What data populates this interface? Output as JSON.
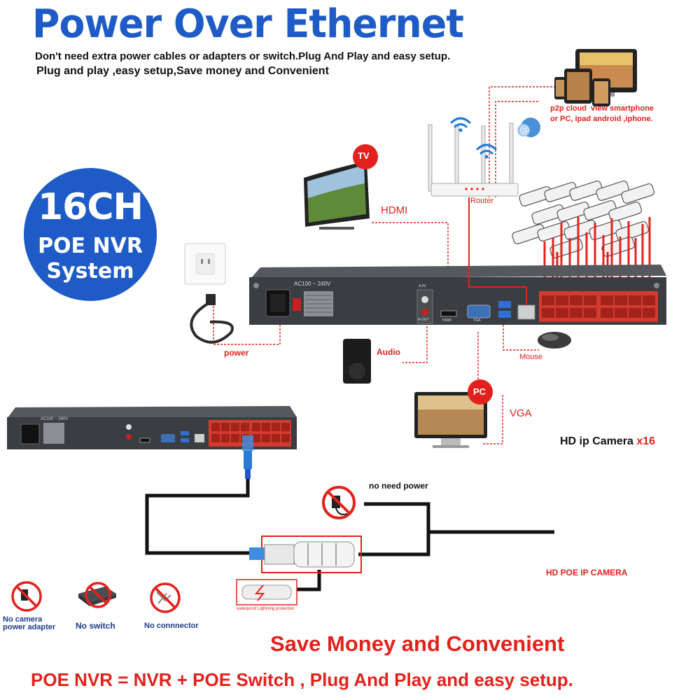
{
  "title": "Power Over Ethernet",
  "subtitle_line1": "Don't need extra power cables or adapters or switch.Plug And Play and easy setup.",
  "subtitle_line2": "Plug and play ,easy setup,Save money and Convenient",
  "badge": {
    "line1": "16CH",
    "line2": "POE NVR",
    "line3": "System"
  },
  "labels": {
    "tv_badge": "TV",
    "hdmi": "HDMI",
    "router": "Router",
    "cloud": "p2p cloud  view smartphone\nor PC, ipad android ,iphone.",
    "power": "power",
    "audio": "Audio",
    "mouse": "Mouse",
    "pc_badge": "PC",
    "vga": "VGA",
    "cameras_prefix": "HD ip Camera",
    "cameras_count": "x16",
    "ac_label": "AC100 ~ 240V",
    "ac_label_small": "AC100 ~ 240V",
    "nvr_port_hdmi": "HDMI",
    "nvr_port_vga": "VGA",
    "nvr_port_ain": "A-IN",
    "nvr_port_aout": "A-OUT",
    "no_need_power": "no need power",
    "hd_poe_camera": "HD POE IP CAMERA",
    "waterproof": "waterproof Lightning protection",
    "no_adapter": "No camera\npower adapter",
    "no_switch": "No switch",
    "no_connector": "No connnector"
  },
  "footer_line1": "Save Money and Convenient",
  "footer_line2": "POE NVR = NVR + POE Switch , Plug And Play and easy setup.",
  "colors": {
    "title_blue": "#1e5bc6",
    "accent_red": "#e3211c",
    "cable_black": "#111111",
    "nvr_dark": "#3a3d42"
  },
  "icons": [
    "tv-icon",
    "router-icon",
    "wifi-icon",
    "cloud-icon",
    "devices-icon",
    "power-socket-icon",
    "power-cord-icon",
    "speaker-icon",
    "mouse-icon",
    "pc-monitor-icon",
    "camera-icon",
    "nvr-icon",
    "rj45-plug-icon",
    "no-adapter-icon",
    "no-switch-icon",
    "no-connector-icon"
  ]
}
